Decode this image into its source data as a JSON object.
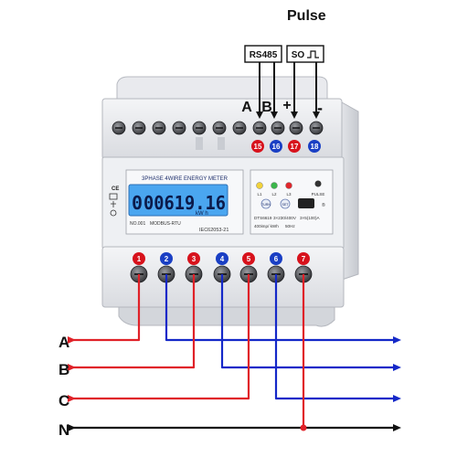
{
  "pulse_label": "Pulse",
  "rs485_label": "RS485",
  "so_label": "SO",
  "top_letters": {
    "a": "A",
    "b": "B",
    "plus": "+",
    "minus": "-"
  },
  "top_terminals": [
    {
      "num": "15",
      "color": "#d7121c"
    },
    {
      "num": "16",
      "color": "#1a3fc4"
    },
    {
      "num": "17",
      "color": "#d7121c"
    },
    {
      "num": "18",
      "color": "#1a3fc4"
    }
  ],
  "bottom_terminals": [
    {
      "num": "1",
      "color": "#d7121c",
      "wire": "red"
    },
    {
      "num": "2",
      "color": "#1a3fc4",
      "wire": "blue"
    },
    {
      "num": "3",
      "color": "#d7121c",
      "wire": "red"
    },
    {
      "num": "4",
      "color": "#1a3fc4",
      "wire": "blue"
    },
    {
      "num": "5",
      "color": "#d7121c",
      "wire": "red"
    },
    {
      "num": "6",
      "color": "#1a3fc4",
      "wire": "blue"
    },
    {
      "num": "7",
      "color": "#d7121c",
      "wire": "red"
    }
  ],
  "panel": {
    "title": "3PHASE  4WIRE  ENERGY  METER",
    "reading": "00619.16",
    "reading_lead": "0",
    "unit": "kW h",
    "no": "NO.001",
    "protocol": "MODBUS-RTU",
    "standard": "IEC62053-21",
    "model": "DTS6619",
    "voltage": "3×230/400V",
    "current": "3×5(100)A",
    "constant": "400imp/ kWh",
    "freq": "50Hz",
    "led_labels": [
      "L1",
      "L2",
      "L3"
    ],
    "pulse_led": "PULSE",
    "turn_btn": "TURN",
    "set_btn": "SET",
    "ce_mark": "CE"
  },
  "lines": [
    {
      "label": "A"
    },
    {
      "label": "B"
    },
    {
      "label": "C"
    },
    {
      "label": "N"
    }
  ],
  "colors": {
    "red_wire": "#e02128",
    "blue_wire": "#1428c8",
    "black_wire": "#111111",
    "lcd": "#4aa6f0"
  }
}
